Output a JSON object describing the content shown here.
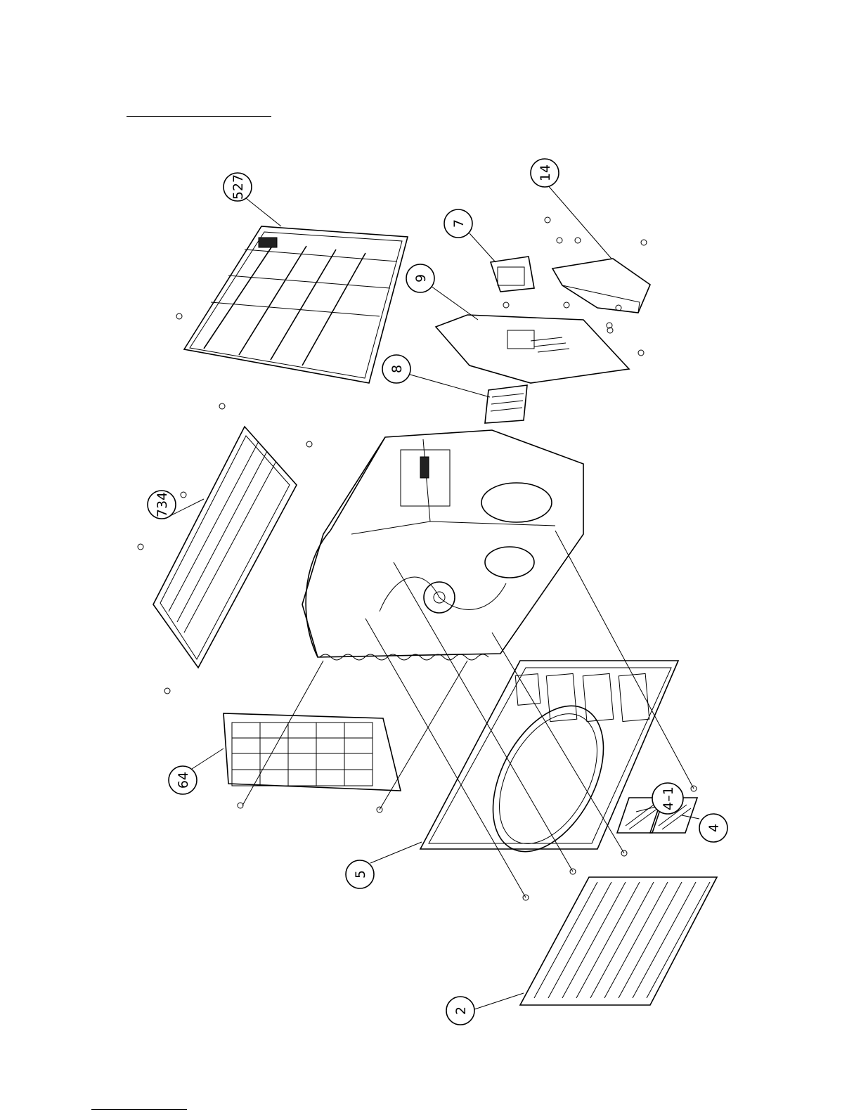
{
  "diagram": {
    "callouts": [
      {
        "id": "527",
        "label": "527"
      },
      {
        "id": "734",
        "label": "734"
      },
      {
        "id": "14",
        "label": "14"
      },
      {
        "id": "7",
        "label": "7"
      },
      {
        "id": "9",
        "label": "9"
      },
      {
        "id": "8",
        "label": "8"
      },
      {
        "id": "64",
        "label": "64"
      },
      {
        "id": "5",
        "label": "5"
      },
      {
        "id": "4-1",
        "label": "4–1"
      },
      {
        "id": "4",
        "label": "4"
      },
      {
        "id": "2",
        "label": "2"
      }
    ]
  }
}
